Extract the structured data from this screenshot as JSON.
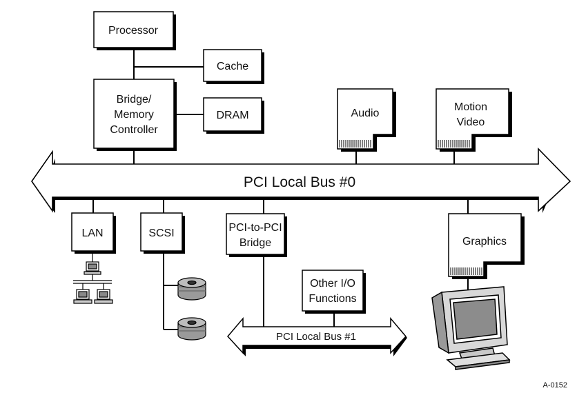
{
  "diagram": {
    "processor": "Processor",
    "cache": "Cache",
    "bridge_lines": [
      "Bridge/",
      "Memory",
      "Controller"
    ],
    "dram": "DRAM",
    "audio": "Audio",
    "motion_video_lines": [
      "Motion",
      "Video"
    ],
    "bus0": "PCI Local Bus #0",
    "lan": "LAN",
    "scsi": "SCSI",
    "pci_bridge_lines": [
      "PCI-to-PCI",
      "Bridge"
    ],
    "other_io_lines": [
      "Other I/O",
      "Functions"
    ],
    "graphics": "Graphics",
    "bus1": "PCI Local Bus #1",
    "figure_id": "A-0152"
  }
}
